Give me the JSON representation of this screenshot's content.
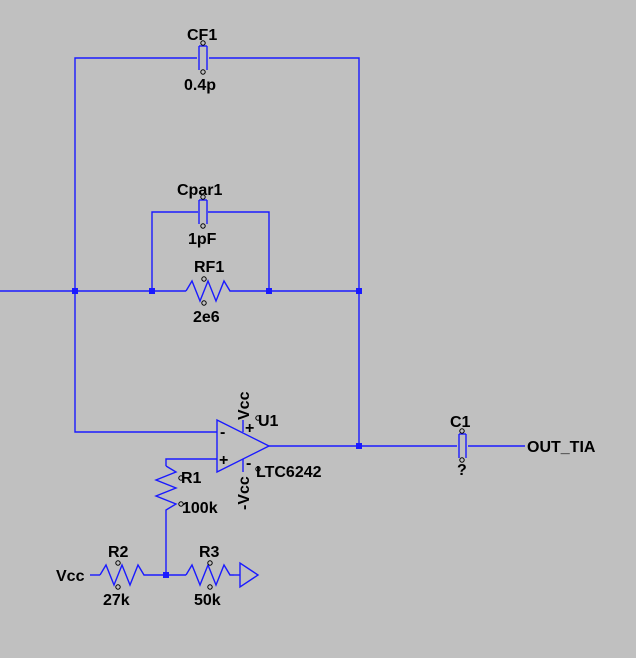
{
  "components": {
    "cf1": {
      "name": "CF1",
      "value": "0.4p"
    },
    "cpar1": {
      "name": "Cpar1",
      "value": "1pF"
    },
    "rf1": {
      "name": "RF1",
      "value": "2e6"
    },
    "u1": {
      "name": "U1",
      "model": "LTC6242",
      "pos_supply": "Vcc",
      "neg_supply": "-Vcc",
      "plus_sign": "+",
      "minus_sign": "-",
      "out_plus": "+",
      "out_minus": "-"
    },
    "r1": {
      "name": "R1",
      "value": "100k"
    },
    "r2": {
      "name": "R2",
      "value": "27k"
    },
    "r3": {
      "name": "R3",
      "value": "50k"
    },
    "c1": {
      "name": "C1",
      "value": "?"
    }
  },
  "nets": {
    "output": "OUT_TIA",
    "vcc": "Vcc"
  },
  "colors": {
    "background": "#c0c0c0",
    "wire": "#1a1aff",
    "text": "#000000"
  }
}
